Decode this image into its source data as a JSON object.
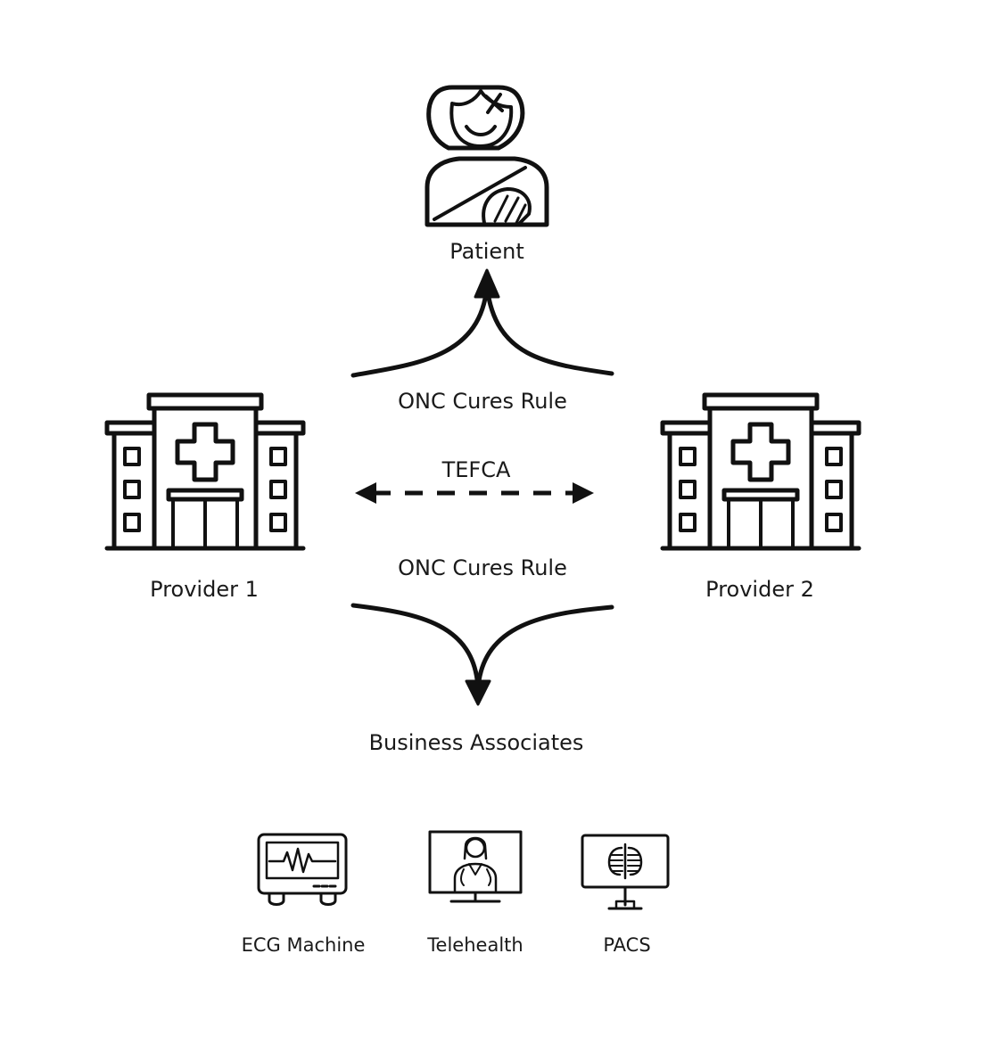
{
  "nodes": {
    "patient": {
      "label": "Patient",
      "icon": "patient-icon"
    },
    "provider1": {
      "label": "Provider 1",
      "icon": "hospital-icon"
    },
    "provider2": {
      "label": "Provider 2",
      "icon": "hospital-icon"
    },
    "business_associates": {
      "label": "Business Associates"
    }
  },
  "edges": {
    "to_patient": {
      "label": "ONC Cures Rule"
    },
    "between_providers": {
      "label": "TEFCA",
      "style": "dashed-bidirectional"
    },
    "to_business_associates": {
      "label": "ONC Cures Rule"
    }
  },
  "business_associate_items": [
    {
      "label": "ECG Machine",
      "icon": "ecg-monitor-icon"
    },
    {
      "label": "Telehealth",
      "icon": "telehealth-icon"
    },
    {
      "label": "PACS",
      "icon": "pacs-xray-icon"
    }
  ]
}
